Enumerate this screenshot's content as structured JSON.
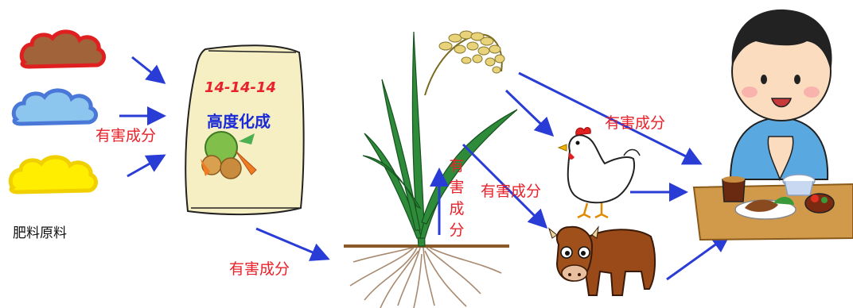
{
  "labels": {
    "raw_materials": "肥料原料",
    "harmful_fertilizer": "有害成分",
    "harmful_soil": "有害成分",
    "harmful_livestock": "有害成分",
    "harmful_food": "有害成分",
    "harmful_up": [
      "有",
      "害",
      "成",
      "分"
    ]
  },
  "fertilizer_bag": {
    "grade": "14-14-14",
    "name": "高度化成"
  },
  "colors": {
    "arrow": "#2a3cd6",
    "label": "#e8222a",
    "raw_red": "#e02020",
    "raw_blue": "#4a78d8",
    "raw_yellow": "#f0d000"
  },
  "icons": [
    "brown-cloud-icon",
    "blue-cloud-icon",
    "yellow-cloud-icon",
    "fertilizer-bag-icon",
    "rice-plant-icon",
    "chicken-icon",
    "cow-icon",
    "boy-icon",
    "meal-tray-icon"
  ]
}
